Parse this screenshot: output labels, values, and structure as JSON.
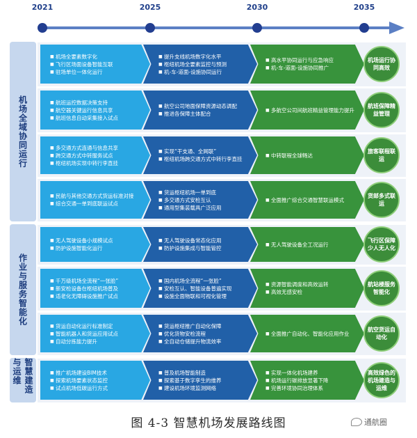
{
  "timeline": {
    "years": [
      "2021",
      "2025",
      "2030",
      "2035"
    ]
  },
  "categories": [
    {
      "id": "cat1",
      "label": "机场全域协同运行"
    },
    {
      "id": "cat2",
      "label": "作业与服务智能化"
    },
    {
      "id": "cat3",
      "label": "智慧建造与运维"
    }
  ],
  "rows": [
    {
      "s1": [
        "机场全要素数字化",
        "飞行区场面设备智能互联",
        "驻场单位一体化运行"
      ],
      "s2": [
        "提升支线机场数字化水平",
        "枢纽机场全要素监控与预测",
        "机-车-道面-设施协同运行"
      ],
      "s3": [
        "高水平协同运行与应急响应",
        "机-车-道面-设施协同推广"
      ],
      "goal": "机场运行协同高效"
    },
    {
      "s1": [
        "航班运控数据决策支持",
        "航空器关键运行信息共享",
        "航班信息自动采集接入试点"
      ],
      "s2": [
        "航空公司地面保障资源动态调配",
        "推进各保障主体配合"
      ],
      "s3": [
        "多航空公司间航班精益管理能力提升"
      ],
      "goal": "航班保障精益管理"
    },
    {
      "s1": [
        "多交通方式连通与信息共享",
        "跨交通方式中转服务试点",
        "枢纽机场实现中转行李直挂"
      ],
      "s2": [
        "实现“干支通、全网联”",
        "枢纽机场跨交通方式中转行李直挂"
      ],
      "s3": [
        "中转联程全球畅达"
      ],
      "goal": "旅客联程联运"
    },
    {
      "s1": [
        "民航与其他交通方式货运标准对接",
        "综合交通一单到底联运试点"
      ],
      "s2": [
        "货运枢纽机场一单到底",
        "多交通方式安检互认",
        "通用型集装载具广泛应用"
      ],
      "s3": [
        "全面推广综合交通智慧联运模式"
      ],
      "goal": "货邮多式联运"
    },
    {
      "s1": [
        "无人驾驶设备小规模试点",
        "防护设施智能化运行"
      ],
      "s2": [
        "无人驾驶设备常态化应用",
        "防护设施集成与智能管控"
      ],
      "s3": [
        "无人驾驶设备全工况运行"
      ],
      "goal": "飞行区保障少人无人化"
    },
    {
      "s1": [
        "千万级机场全流程“一张脸”",
        "新安检设备在枢纽机场普及",
        "适老化无障碍设施推广试点"
      ],
      "s2": [
        "国内机场全流程“一张脸”",
        "安检互认、智能设备普遍实现",
        "设施全面物联和可视化管理"
      ],
      "s3": [
        "资源智能调度和高效运转",
        "高效无感安检"
      ],
      "goal": "航站楼服务智能化"
    },
    {
      "s1": [
        "货运自动化运行标准制定",
        "智能机器人和货运应用试点",
        "自动分拣能力提升"
      ],
      "s2": [
        "货运枢纽推广自动化保障",
        "优化货物安检流程",
        "全自动仓储提升物流效率"
      ],
      "s3": [
        "全面推广自动化、智能化应用作业"
      ],
      "goal": "航空货运自动化"
    },
    {
      "s1": [
        "推广机场建设BIM技术",
        "探索机场要素状态监控",
        "试点机场低碳运行方式"
      ],
      "s2": [
        "普及机场智能制造",
        "探索基于数字孪生的维养",
        "建设机场环境监测网络"
      ],
      "s3": [
        "实现一体化机场建养",
        "机场运行碳排放显著下降",
        "完善环境协同治理体系"
      ],
      "goal": "高效绿色的机场建造与运维"
    }
  ],
  "caption": "图 4-3  智慧机场发展路线图",
  "watermark": "通航圈"
}
